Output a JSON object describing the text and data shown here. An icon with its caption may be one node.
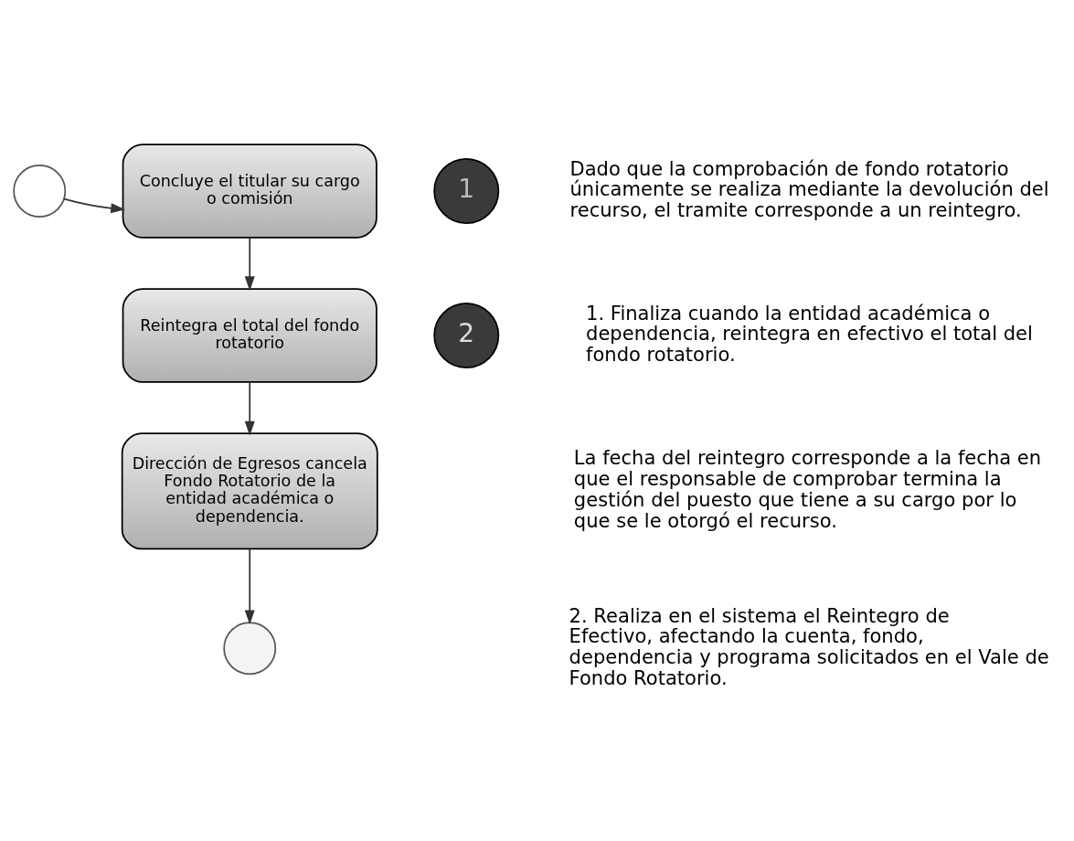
{
  "diagram": {
    "nodes": [
      {
        "text": [],
        "shape": "circle"
      },
      {
        "text": [
          "Concluye el titular su cargo o comisión"
        ]
      },
      {
        "text": [
          "1"
        ]
      },
      {
        "text": [
          "Reintegra el total del fondo rotatorio"
        ]
      },
      {
        "text": [
          "2"
        ]
      },
      {
        "text": [
          "Dirección de Egresos cancela Fondo Rotatorio de la entidad académica o dependencia."
        ]
      },
      {
        "text": [],
        "shape": "circle"
      }
    ],
    "edges": [
      {
        "from": 0,
        "to": 1,
        "arrow": "to"
      },
      {
        "from": 1,
        "to": 3,
        "arrow": "to"
      },
      {
        "from": 3,
        "to": 5,
        "arrow": "to"
      },
      {
        "from": 5,
        "to": 6,
        "arrow": "to"
      }
    ],
    "labels": [
      "Dado que la comprobación de fondo rotatorio únicamente se realiza mediante la devolución del recurso, el tramite corresponde a un reintegro.",
      "1. Finaliza cuando la entidad académica o dependencia, reintegra en efectivo el total del fondo rotatorio.",
      "La fecha del reintegro corresponde a la fecha en que el responsable de comprobar termina la gestión del puesto que tiene a su cargo por lo que se le otorgó el recurso.",
      "2. Realiza en el sistema el Reintegro de Efectivo, afectando la cuenta, fondo, dependencia y programa solicitados en el Vale de Fondo Rotatorio."
    ]
  }
}
